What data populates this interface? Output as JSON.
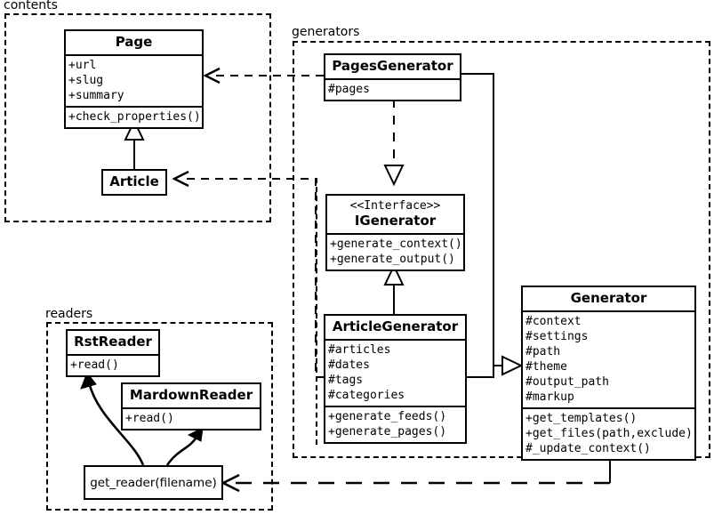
{
  "diagram": {
    "type": "uml-class-diagram",
    "packages": [
      {
        "id": "contents",
        "label": "contents"
      },
      {
        "id": "generators",
        "label": "generators"
      },
      {
        "id": "readers",
        "label": "readers"
      },
      {
        "id": "generators_inner",
        "label": ""
      }
    ],
    "classes": [
      {
        "id": "page",
        "name": "Page",
        "stereotype": "",
        "attributes": [
          "+url",
          "+slug",
          "+summary"
        ],
        "operations": [
          "+check_properties()"
        ]
      },
      {
        "id": "article",
        "name": "Article",
        "stereotype": "",
        "attributes": [],
        "operations": []
      },
      {
        "id": "pages_generator",
        "name": "PagesGenerator",
        "stereotype": "",
        "attributes": [
          "#pages"
        ],
        "operations": []
      },
      {
        "id": "igenerator",
        "name": "IGenerator",
        "stereotype": "<<Interface>>",
        "attributes": [],
        "operations": [
          "+generate_context()",
          "+generate_output()"
        ]
      },
      {
        "id": "article_generator",
        "name": "ArticleGenerator",
        "stereotype": "",
        "attributes": [
          "#articles",
          "#dates",
          "#tags",
          "#categories"
        ],
        "operations": [
          "+generate_feeds()",
          "+generate_pages()"
        ]
      },
      {
        "id": "generator",
        "name": "Generator",
        "stereotype": "",
        "attributes": [
          "#context",
          "#settings",
          "#path",
          "#theme",
          "#output_path",
          "#markup"
        ],
        "operations": [
          "+get_templates()",
          "+get_files(path,exclude)",
          "#_update_context()"
        ]
      },
      {
        "id": "rst_reader",
        "name": "RstReader",
        "stereotype": "",
        "attributes": [],
        "operations": [
          "+read()"
        ]
      },
      {
        "id": "mardown_reader",
        "name": "MardownReader",
        "stereotype": "",
        "attributes": [],
        "operations": [
          "+read()"
        ]
      }
    ],
    "functions": [
      {
        "id": "get_reader",
        "label": "get_reader(filename)"
      }
    ],
    "relationships": [
      {
        "id": "r1",
        "from": "article",
        "to": "page",
        "kind": "generalization",
        "style": "solid"
      },
      {
        "id": "r2",
        "from": "pages_generator",
        "to": "page",
        "kind": "dependency",
        "style": "dashed"
      },
      {
        "id": "r3",
        "from": "article_generator",
        "to": "article",
        "kind": "dependency",
        "style": "dashed"
      },
      {
        "id": "r4",
        "from": "pages_generator",
        "to": "igenerator",
        "kind": "realization",
        "style": "dashed"
      },
      {
        "id": "r5",
        "from": "article_generator",
        "to": "igenerator",
        "kind": "generalization",
        "style": "solid"
      },
      {
        "id": "r6",
        "from": "pages_generator",
        "to": "generator",
        "kind": "generalization",
        "style": "solid"
      },
      {
        "id": "r7",
        "from": "article_generator",
        "to": "generator",
        "kind": "generalization",
        "style": "solid"
      },
      {
        "id": "r8",
        "from": "get_reader",
        "to": "rst_reader",
        "kind": "association",
        "style": "curved"
      },
      {
        "id": "r9",
        "from": "get_reader",
        "to": "mardown_reader",
        "kind": "association",
        "style": "curved"
      },
      {
        "id": "r10",
        "from": "generator",
        "to": "get_reader",
        "kind": "dependency",
        "style": "dashed"
      }
    ],
    "colors": {
      "stroke": "#000000",
      "fill": "#ffffff"
    }
  }
}
